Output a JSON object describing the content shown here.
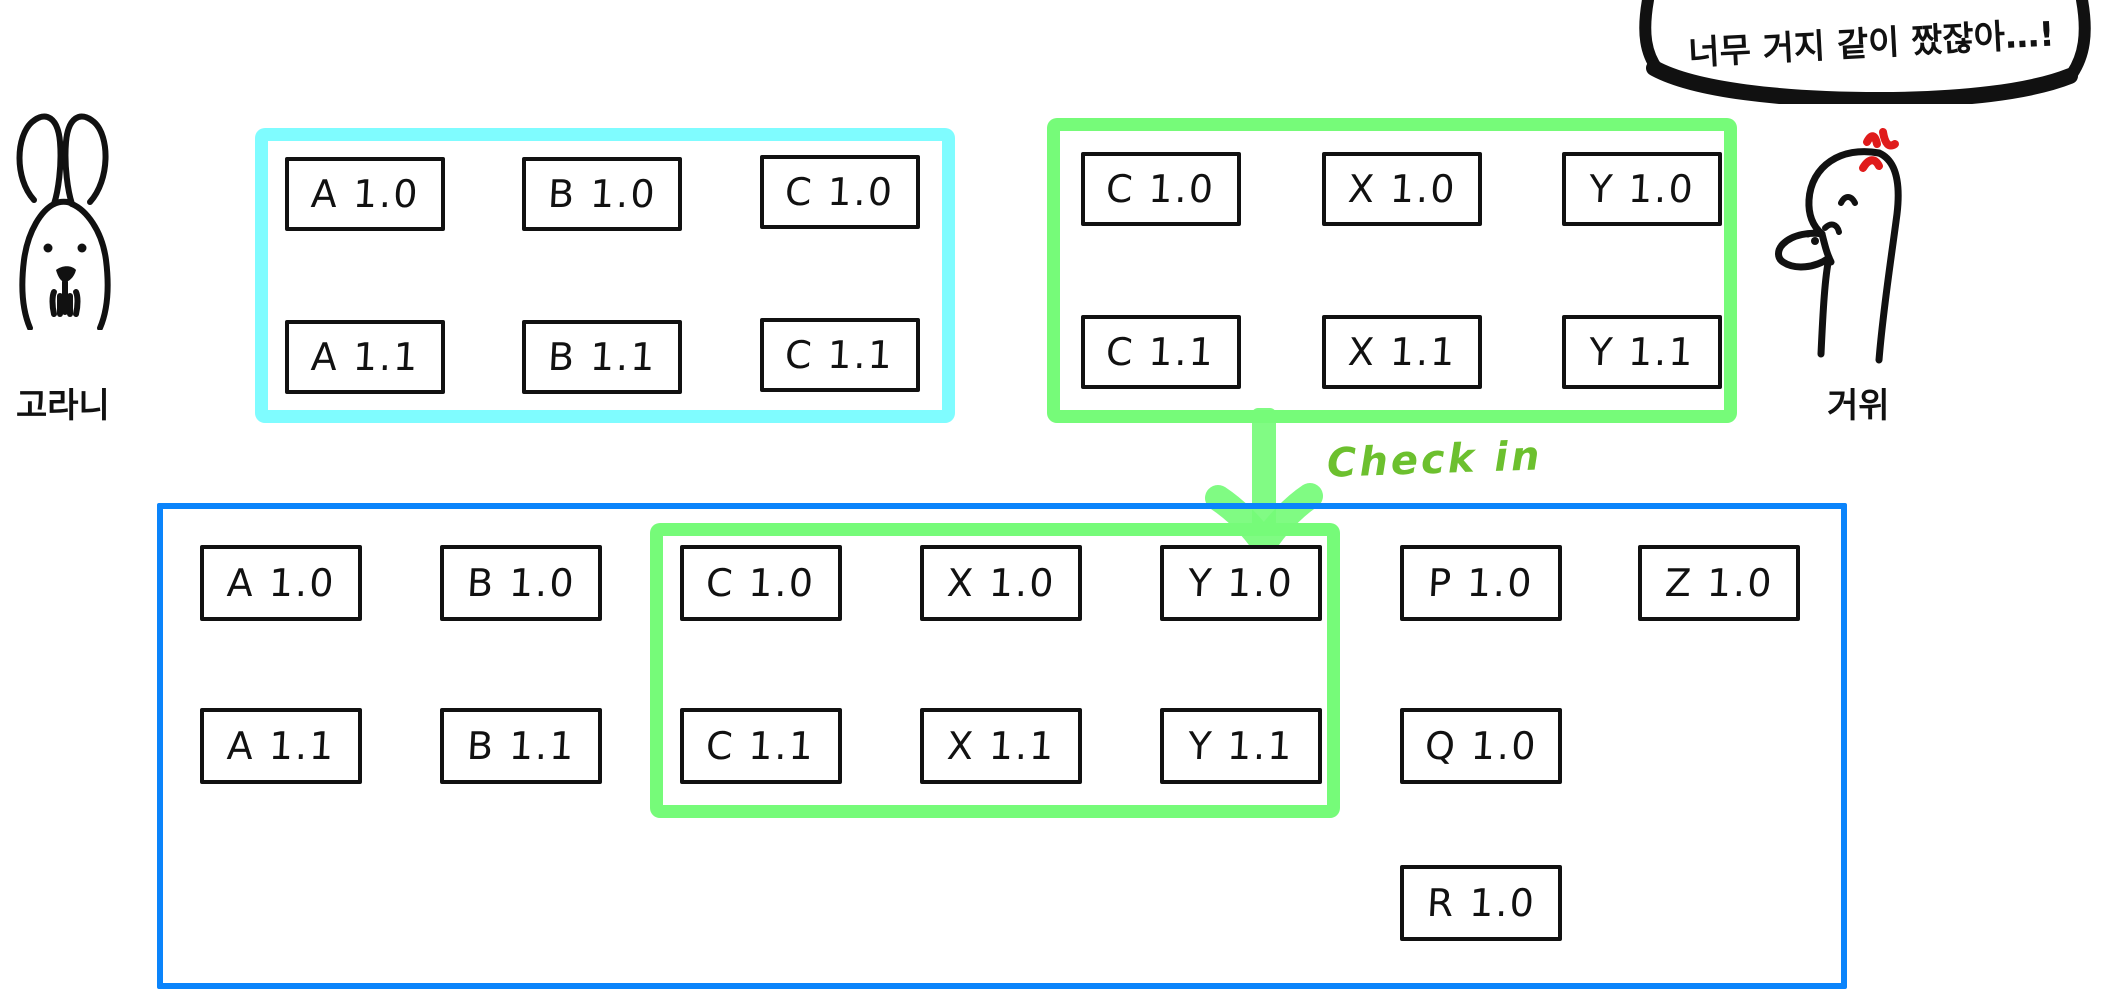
{
  "meta": {
    "diagram_title": "Check in flow: workspace / staging / repository",
    "colors": {
      "cyan": "#7ffcff",
      "green": "#76fb79",
      "blue": "#0b84fb",
      "ink": "#111111",
      "check_in_text": "#6cc02e",
      "anger_mark": "#e01b1b"
    }
  },
  "characters": {
    "left": {
      "name": "goranii",
      "label": "고라니",
      "icon": "deer-face-sketch"
    },
    "right": {
      "name": "geowi",
      "label": "거위",
      "icon": "goose-sketch",
      "anger_icon": "anger-mark-icon"
    }
  },
  "speech_bubble": {
    "owner": "거위",
    "text": "너무 거지 같이 짰잖아…!",
    "icon": "speech-bubble-icon"
  },
  "groups": {
    "cyan_box": {
      "name": "cyan-group",
      "border_color": "#7ffcff",
      "rows": [
        [
          "A 1.0",
          "B 1.0",
          "C 1.0"
        ],
        [
          "A 1.1",
          "B 1.1",
          "C 1.1"
        ]
      ]
    },
    "green_box_top": {
      "name": "green-group-top",
      "border_color": "#76fb79",
      "rows": [
        [
          "C 1.0",
          "X 1.0",
          "Y 1.0"
        ],
        [
          "C 1.1",
          "X 1.1",
          "Y 1.1"
        ]
      ]
    },
    "blue_box": {
      "name": "blue-group",
      "border_color": "#0b84fb",
      "left_columns": [
        [
          "A 1.0",
          "A 1.1"
        ],
        [
          "B 1.0",
          "B 1.1"
        ]
      ],
      "inner_green": {
        "name": "green-group-inner",
        "border_color": "#76fb79",
        "rows": [
          [
            "C 1.0",
            "X 1.0",
            "Y 1.0"
          ],
          [
            "C 1.1",
            "X 1.1",
            "Y 1.1"
          ]
        ]
      },
      "right_columns": [
        [
          "P 1.0",
          "Q 1.0",
          "R 1.0"
        ],
        [
          "Z 1.0"
        ]
      ]
    }
  },
  "arrow": {
    "name": "check-in-arrow",
    "label": "Check in",
    "color": "#76fb79",
    "direction": "down",
    "from": "green-group-top",
    "to": "green-group-inner"
  }
}
